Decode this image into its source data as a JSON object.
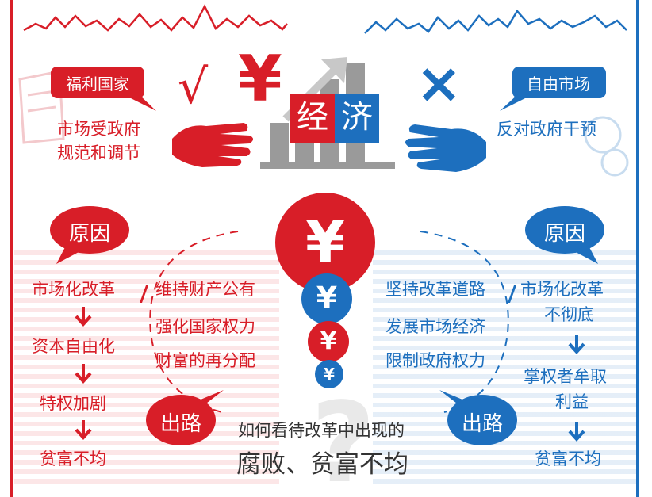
{
  "left": {
    "bubble": "福利国家",
    "desc": [
      "市场受政府",
      "规范和调节"
    ],
    "reasons_bubble": "原因",
    "chain": [
      "市场化改革",
      "资本自由化",
      "特权加剧",
      "贫富不均"
    ],
    "solutions": [
      "维持财产公有",
      "强化国家权力",
      "财富的再分配"
    ],
    "exit_bubble": "出路",
    "color": "#d81e28"
  },
  "right": {
    "bubble": "自由市场",
    "desc": [
      "反对政府干预"
    ],
    "reasons_bubble": "原因",
    "chain": [
      "市场化改革",
      "不彻底",
      "掌权者牟取",
      "利益",
      "贫富不均"
    ],
    "solutions": [
      "坚持改革道路",
      "发展市场经济",
      "限制政府权力"
    ],
    "exit_bubble": "出路",
    "color": "#1d6fbe"
  },
  "center": {
    "title_left": "经",
    "title_right": "济",
    "yen": "¥",
    "check": "√",
    "cross": "×",
    "question": "?"
  },
  "caption": {
    "line1": "如何看待改革中出现的",
    "line2": "腐败、贫富不均"
  }
}
